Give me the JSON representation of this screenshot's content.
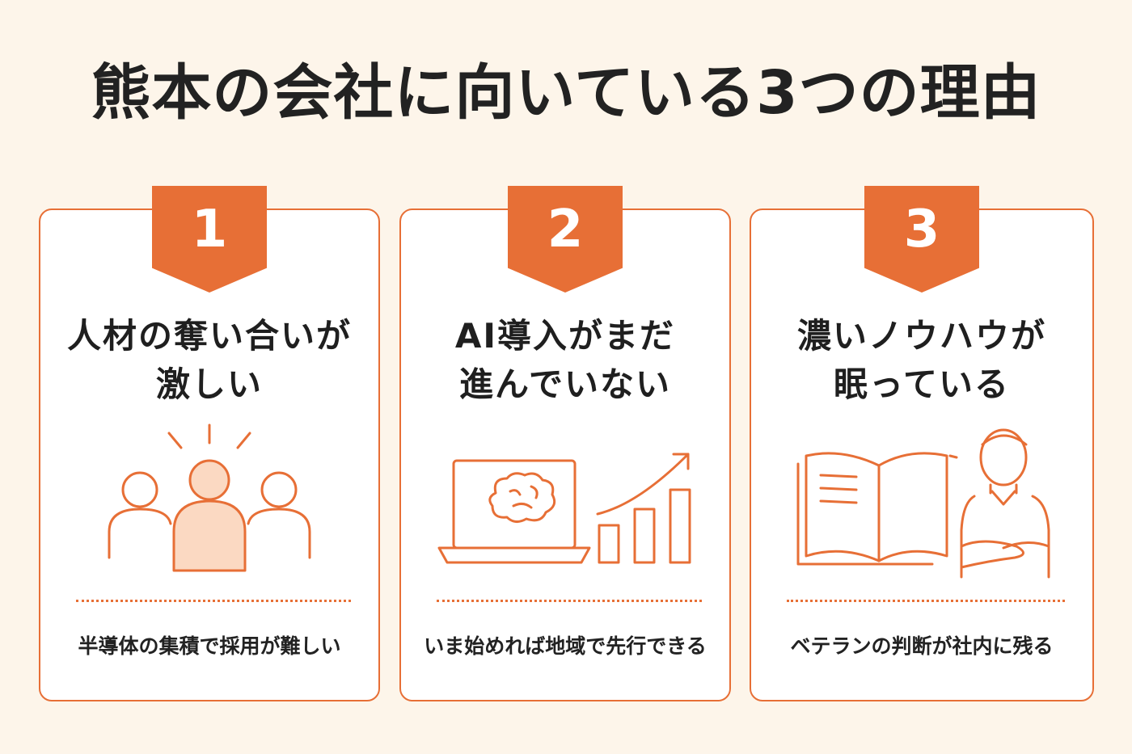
{
  "title": "熊本の会社に向いている3つの理由",
  "accent_color": "#e76f36",
  "cards": [
    {
      "number": "1",
      "heading_line1": "人材の奪い合いが",
      "heading_line2": "激しい",
      "icon": "people-group-icon",
      "caption": "半導体の集積で採用が難しい"
    },
    {
      "number": "2",
      "heading_line1": "AI導入がまだ",
      "heading_line2": "進んでいない",
      "icon": "laptop-brain-growth-icon",
      "caption": "いま始めれば地域で先行できる"
    },
    {
      "number": "3",
      "heading_line1": "濃いノウハウが",
      "heading_line2": "眠っている",
      "icon": "book-veteran-icon",
      "caption": "ベテランの判断が社内に残る"
    }
  ]
}
